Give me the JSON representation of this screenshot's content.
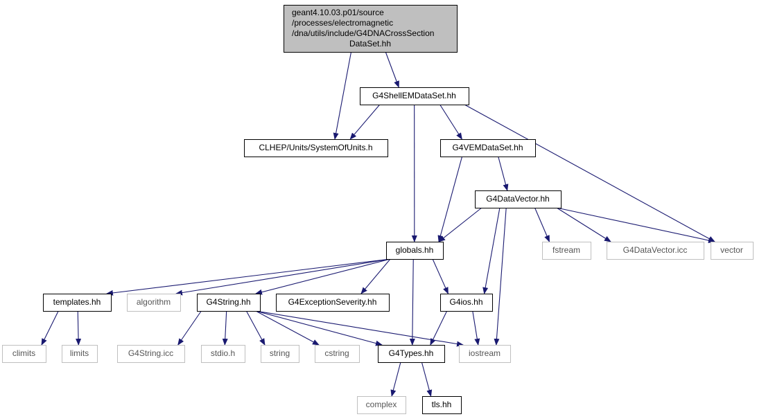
{
  "diagram": {
    "colors": {
      "edge": "#191970",
      "box_border_dark": "#000000",
      "box_border_gray": "#bfbfbf",
      "root_fill": "#bfbfbf"
    },
    "nodes": [
      {
        "id": "root",
        "lines": [
          "geant4.10.03.p01/source",
          "/processes/electromagnetic",
          "/dna/utils/include/G4DNACrossSection",
          "DataSet.hh"
        ],
        "style": "root"
      },
      {
        "id": "shell",
        "lines": [
          "G4ShellEMDataSet.hh"
        ],
        "style": "dark"
      },
      {
        "id": "clhep",
        "lines": [
          "CLHEP/Units/SystemOfUnits.h"
        ],
        "style": "dark"
      },
      {
        "id": "vem",
        "lines": [
          "G4VEMDataSet.hh"
        ],
        "style": "dark"
      },
      {
        "id": "datavector",
        "lines": [
          "G4DataVector.hh"
        ],
        "style": "dark"
      },
      {
        "id": "globals",
        "lines": [
          "globals.hh"
        ],
        "style": "dark"
      },
      {
        "id": "fstream",
        "lines": [
          "fstream"
        ],
        "style": "gray"
      },
      {
        "id": "dvicc",
        "lines": [
          "G4DataVector.icc"
        ],
        "style": "gray"
      },
      {
        "id": "vector",
        "lines": [
          "vector"
        ],
        "style": "gray"
      },
      {
        "id": "templates",
        "lines": [
          "templates.hh"
        ],
        "style": "dark"
      },
      {
        "id": "algorithm",
        "lines": [
          "algorithm"
        ],
        "style": "gray"
      },
      {
        "id": "g4string",
        "lines": [
          "G4String.hh"
        ],
        "style": "dark"
      },
      {
        "id": "exception",
        "lines": [
          "G4ExceptionSeverity.hh"
        ],
        "style": "dark"
      },
      {
        "id": "g4ios",
        "lines": [
          "G4ios.hh"
        ],
        "style": "dark"
      },
      {
        "id": "climits",
        "lines": [
          "climits"
        ],
        "style": "gray"
      },
      {
        "id": "limits",
        "lines": [
          "limits"
        ],
        "style": "gray"
      },
      {
        "id": "stringicc",
        "lines": [
          "G4String.icc"
        ],
        "style": "gray"
      },
      {
        "id": "stdio",
        "lines": [
          "stdio.h"
        ],
        "style": "gray"
      },
      {
        "id": "string",
        "lines": [
          "string"
        ],
        "style": "gray"
      },
      {
        "id": "cstring",
        "lines": [
          "cstring"
        ],
        "style": "gray"
      },
      {
        "id": "g4types",
        "lines": [
          "G4Types.hh"
        ],
        "style": "dark"
      },
      {
        "id": "iostream",
        "lines": [
          "iostream"
        ],
        "style": "gray"
      },
      {
        "id": "complex",
        "lines": [
          "complex"
        ],
        "style": "gray"
      },
      {
        "id": "tls",
        "lines": [
          "tls.hh"
        ],
        "style": "dark"
      }
    ],
    "edges": [
      [
        "root",
        "clhep"
      ],
      [
        "root",
        "shell"
      ],
      [
        "shell",
        "clhep"
      ],
      [
        "shell",
        "vem"
      ],
      [
        "shell",
        "globals"
      ],
      [
        "shell",
        "vector"
      ],
      [
        "vem",
        "globals"
      ],
      [
        "vem",
        "datavector"
      ],
      [
        "datavector",
        "globals"
      ],
      [
        "datavector",
        "fstream"
      ],
      [
        "datavector",
        "dvicc"
      ],
      [
        "datavector",
        "vector"
      ],
      [
        "datavector",
        "g4ios"
      ],
      [
        "datavector",
        "iostream"
      ],
      [
        "globals",
        "templates"
      ],
      [
        "globals",
        "algorithm"
      ],
      [
        "globals",
        "g4string"
      ],
      [
        "globals",
        "exception"
      ],
      [
        "globals",
        "g4ios"
      ],
      [
        "globals",
        "g4types"
      ],
      [
        "templates",
        "climits"
      ],
      [
        "templates",
        "limits"
      ],
      [
        "g4string",
        "stringicc"
      ],
      [
        "g4string",
        "stdio"
      ],
      [
        "g4string",
        "string"
      ],
      [
        "g4string",
        "cstring"
      ],
      [
        "g4string",
        "g4types"
      ],
      [
        "g4string",
        "iostream"
      ],
      [
        "g4ios",
        "g4types"
      ],
      [
        "g4ios",
        "iostream"
      ],
      [
        "g4types",
        "complex"
      ],
      [
        "g4types",
        "tls"
      ]
    ]
  }
}
